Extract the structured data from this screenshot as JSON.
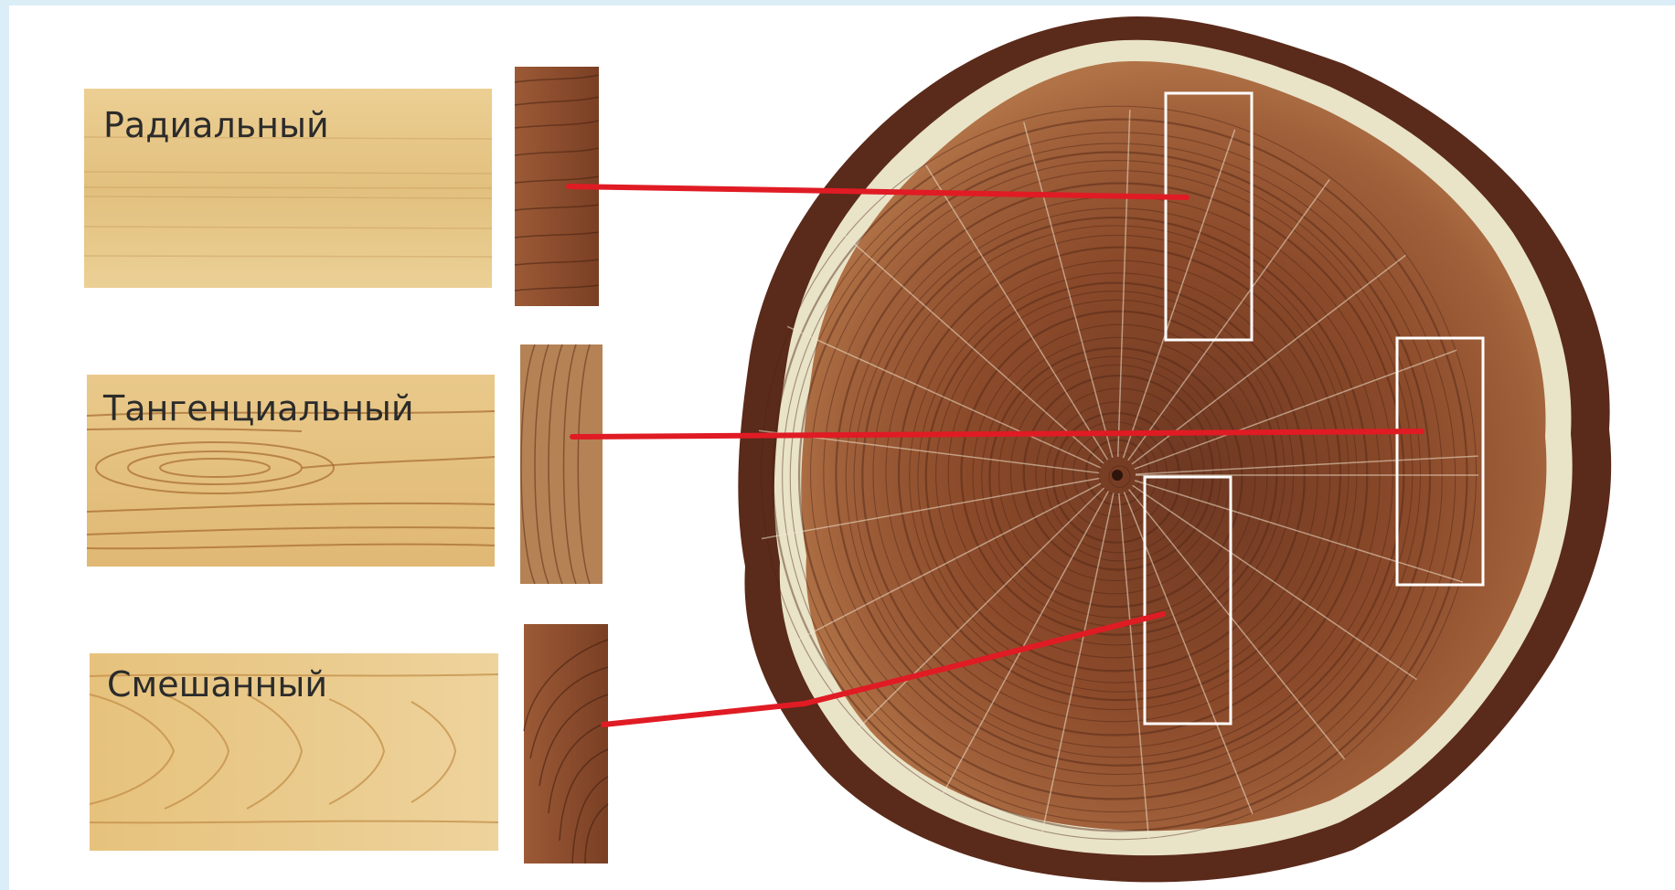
{
  "cuts": [
    {
      "id": "radial",
      "label": "Радиальный"
    },
    {
      "id": "tangential",
      "label": "Тангенциальный"
    },
    {
      "id": "mixed",
      "label": "Смешанный"
    }
  ],
  "colors": {
    "frame": "#dbeef7",
    "background": "#ffffff",
    "connector": "#e01b24",
    "sapwood": "#e9e3c8",
    "bark": "#5a2a1a",
    "heartwood": "#8b4a2a",
    "board_light": "#e8c88a",
    "board_grain": "#c89a55",
    "outline": "#ffffff"
  }
}
